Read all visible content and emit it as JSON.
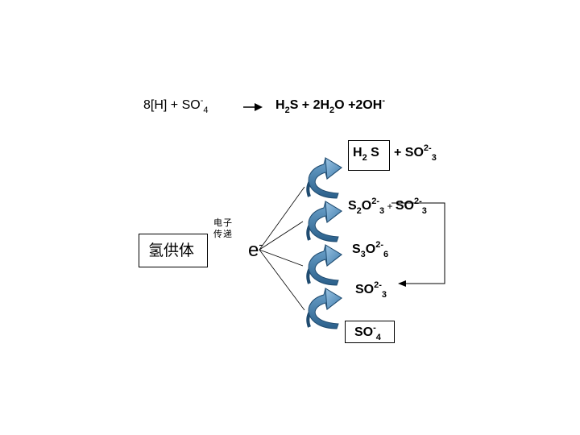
{
  "equation": {
    "lhs_a": "8[H] + ",
    "lhs_so": "SO",
    "lhs_so_charge": "-",
    "lhs_so_index": "4",
    "rhs_h": "H",
    "rhs_h_index": "2",
    "rhs_s": "S + 2H",
    "rhs_h2o_index": "2",
    "rhs_o": "O +2OH",
    "rhs_oh_charge": "-"
  },
  "species": {
    "h2s_a": "H",
    "h2s_index": "2",
    "h2s_b": " S",
    "plus_so3_a": "+ SO",
    "plus_so3_charge": "2-",
    "plus_so3_index": "3",
    "thio_a": "S",
    "thio_s_index": "2",
    "thio_b": "O",
    "thio_charge": "2-",
    "thio_index": "3",
    "thio_plus": " + ",
    "thio_so": "SO",
    "thio_so_charge": "2-",
    "thio_so_index": "3",
    "trithio_a": "S",
    "trithio_s_index": "3",
    "trithio_b": "O",
    "trithio_charge": "2-",
    "trithio_index": "6",
    "sulfite_a": "SO",
    "sulfite_charge": "2-",
    "sulfite_index": "3",
    "sulfate_a": "SO",
    "sulfate_charge": "-",
    "sulfate_index": "4"
  },
  "donor": {
    "label": "氢供体"
  },
  "transfer": {
    "line1": "电子",
    "line2": "传递"
  },
  "electron": {
    "label": "e",
    "charge": "-"
  }
}
